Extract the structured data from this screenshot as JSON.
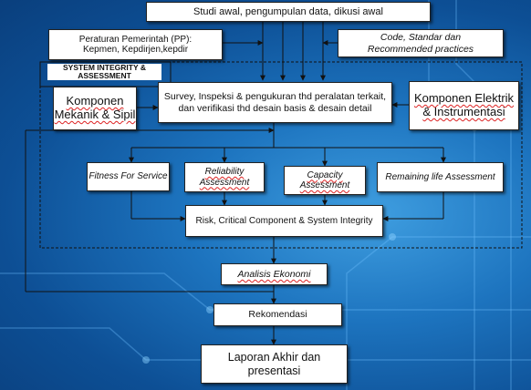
{
  "nodes": {
    "studi": "Studi awal, pengumpulan  data, dikusi awal",
    "peraturan": "Peraturan Pemerintah  (PP):\nKepmen,  Kepdirjen,kepdir",
    "code_line1": "Code, Standar dan",
    "code_line2": "Recommended practices",
    "system_label": "SYSTEM INTEGRITY & ASSESSMENT",
    "mekanik": "Komponen Mekanik & Sipil",
    "survey": "Survey, Inspeksi & pengukuran thd peralatan terkait, dan verifikasi thd desain basis & desain detail",
    "elektrik": "Komponen Elektrik & Instrumentasi",
    "fitness": "Fitness For Service",
    "reliability": "Reliability Assessment",
    "capacity": "Capacity Assessment",
    "remaining": "Remaining life Assessment",
    "risk": "Risk,  Critical Component  &  System Integrity",
    "analisis": "Analisis Ekonomi",
    "rekomendasi": "Rekomendasi",
    "laporan": "Laporan Akhir dan presentasi"
  }
}
